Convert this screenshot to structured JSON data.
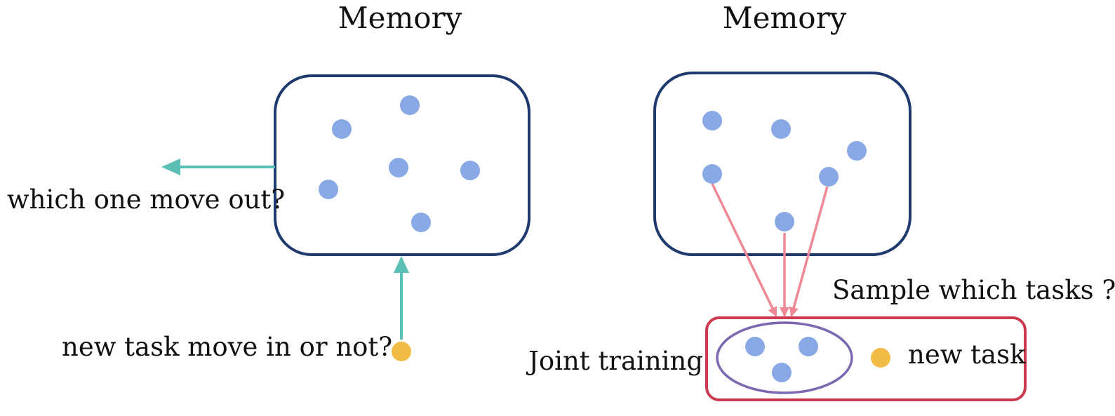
{
  "left_panel": {
    "title": "Memory",
    "out_question": "which one move out?",
    "in_question": "new task move in or not?"
  },
  "right_panel": {
    "title": "Memory",
    "sample_question": "Sample which tasks ?",
    "joint_label": "Joint training",
    "new_task_label": "new task"
  },
  "colors": {
    "memory_border": "#1f3a6e",
    "task_dot": "#88a8e6",
    "new_task_dot": "#f2bc44",
    "move_arrow": "#5bbfb5",
    "sample_arrow": "#ee8895",
    "training_box": "#cc3a4f",
    "joint_ellipse": "#7b68b0"
  }
}
